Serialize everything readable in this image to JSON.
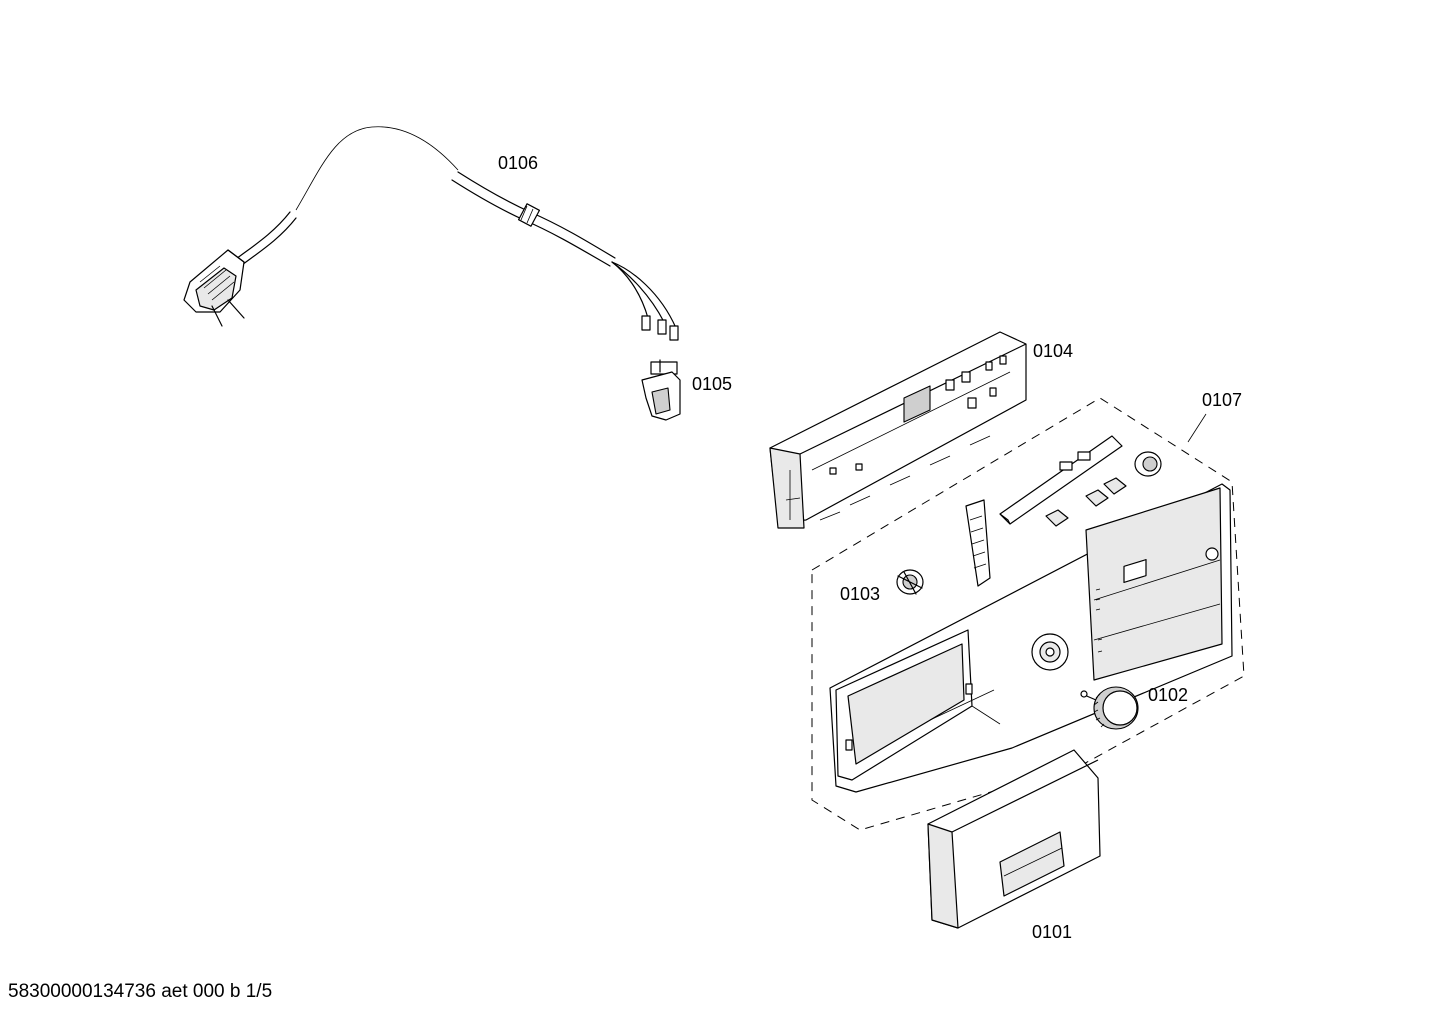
{
  "parts": [
    {
      "id": "0106"
    },
    {
      "id": "0105"
    },
    {
      "id": "0104"
    },
    {
      "id": "0107"
    },
    {
      "id": "0103"
    },
    {
      "id": "0102"
    },
    {
      "id": "0101"
    }
  ],
  "footer": "58300000134736 aet 000 b 1/5"
}
